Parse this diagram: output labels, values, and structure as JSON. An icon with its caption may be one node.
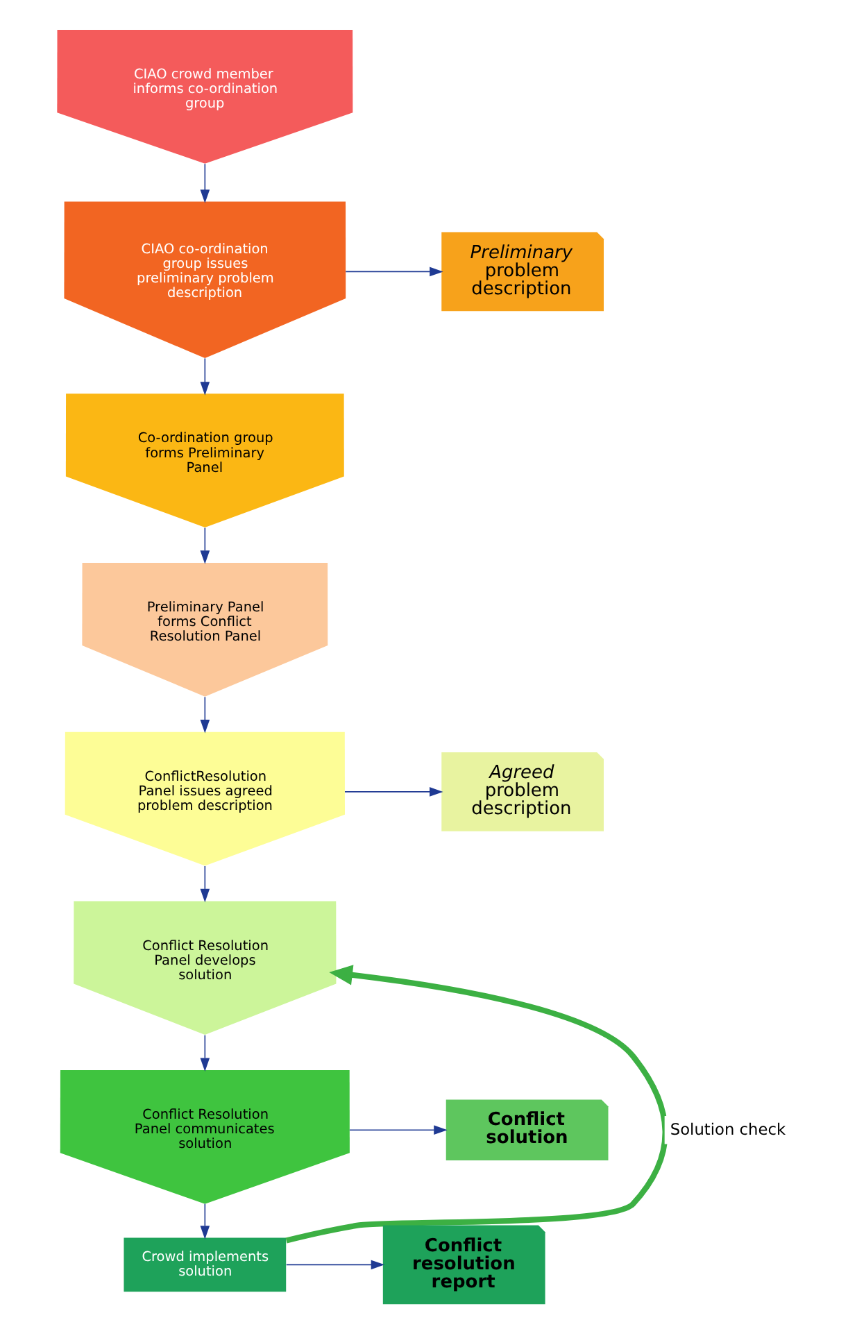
{
  "diagram": {
    "nodes": [
      {
        "text": [
          "CIAO crowd member informs co-ordination group"
        ]
      },
      {
        "text": [
          "CIAO co-ordination group issues preliminary problem description"
        ]
      },
      {
        "text": [
          "*Preliminary* problem description"
        ]
      },
      {
        "text": [
          "Co-ordination group forms Preliminary Panel"
        ]
      },
      {
        "text": [
          "Preliminary Panel forms Conflict Resolution Panel"
        ]
      },
      {
        "text": [
          "ConflictResolution Panel issues agreed problem description"
        ]
      },
      {
        "text": [
          "*Agreed* problem description"
        ]
      },
      {
        "text": [
          "Conflict Resolution Panel develops solution"
        ]
      },
      {
        "text": [
          "Conflict Resolution Panel communicates solution"
        ]
      },
      {
        "text": [
          "Conflict solution"
        ]
      },
      {
        "text": [
          "Crowd implements solution"
        ]
      },
      {
        "text": [
          "Conflict resolution report"
        ]
      }
    ],
    "edges": [
      {
        "from": 0,
        "to": 1,
        "arrow": "to"
      },
      {
        "from": 1,
        "to": 2,
        "arrow": "to"
      },
      {
        "from": 1,
        "to": 3,
        "arrow": "to"
      },
      {
        "from": 3,
        "to": 4,
        "arrow": "to"
      },
      {
        "from": 4,
        "to": 5,
        "arrow": "to"
      },
      {
        "from": 5,
        "to": 6,
        "arrow": "to"
      },
      {
        "from": 5,
        "to": 7,
        "arrow": "to"
      },
      {
        "from": 7,
        "to": 8,
        "arrow": "to"
      },
      {
        "from": 8,
        "to": 9,
        "arrow": "to"
      },
      {
        "from": 8,
        "to": 10,
        "arrow": "to"
      },
      {
        "from": 10,
        "to": 11,
        "arrow": "to"
      },
      {
        "from": 10,
        "to": 7,
        "arrow": "to",
        "label": "Solution check",
        "style": "thick",
        "color": "#3cb043"
      }
    ]
  }
}
